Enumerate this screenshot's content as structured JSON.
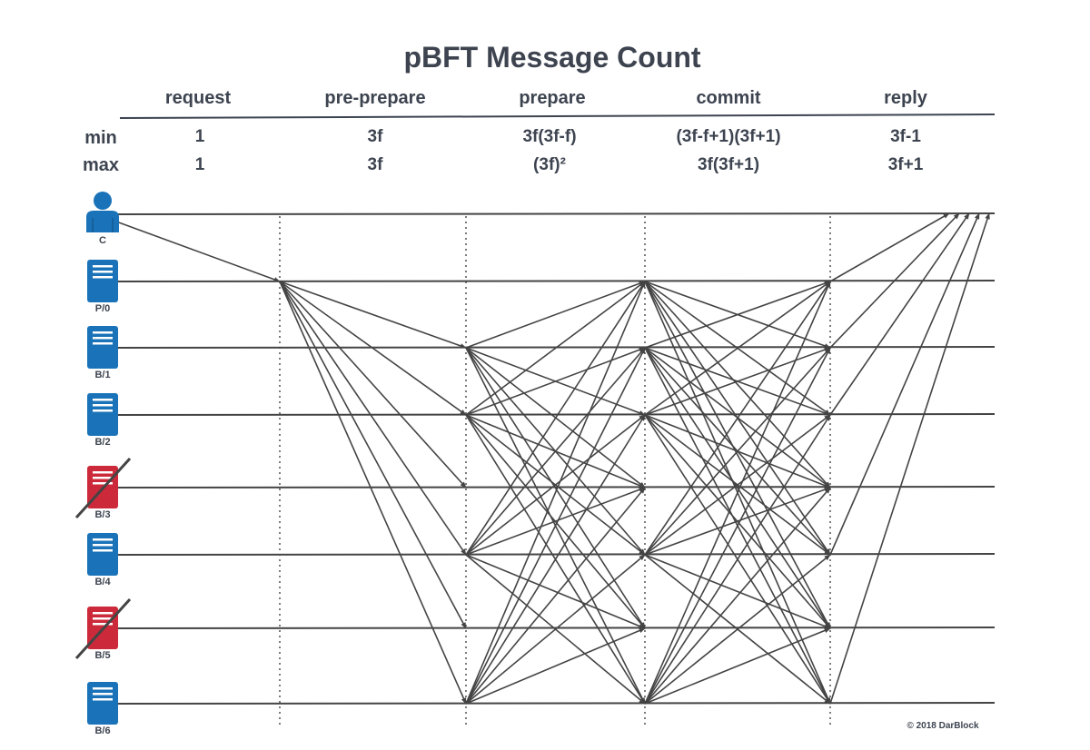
{
  "title": "pBFT Message Count",
  "phases": [
    "request",
    "pre-prepare",
    "prepare",
    "commit",
    "reply"
  ],
  "min": {
    "label": "min",
    "values": [
      "1",
      "3f",
      "3f(3f-f)",
      "(3f-f+1)(3f+1)",
      "3f-1"
    ]
  },
  "max": {
    "label": "max",
    "values": [
      "1",
      "3f",
      "(3f)²",
      "3f(3f+1)",
      "3f+1"
    ]
  },
  "nodes": [
    {
      "label": "C",
      "kind": "client",
      "faulty": false,
      "color": "#1a73b8"
    },
    {
      "label": "P/0",
      "kind": "server",
      "faulty": false,
      "color": "#1a73b8"
    },
    {
      "label": "B/1",
      "kind": "server",
      "faulty": false,
      "color": "#1a73b8"
    },
    {
      "label": "B/2",
      "kind": "server",
      "faulty": false,
      "color": "#1a73b8"
    },
    {
      "label": "B/3",
      "kind": "server",
      "faulty": true,
      "color": "#cc2a3a"
    },
    {
      "label": "B/4",
      "kind": "server",
      "faulty": false,
      "color": "#1a73b8"
    },
    {
      "label": "B/5",
      "kind": "server",
      "faulty": true,
      "color": "#cc2a3a"
    },
    {
      "label": "B/6",
      "kind": "server",
      "faulty": false,
      "color": "#1a73b8"
    }
  ],
  "copyright": "© 2018 DarBlock"
}
